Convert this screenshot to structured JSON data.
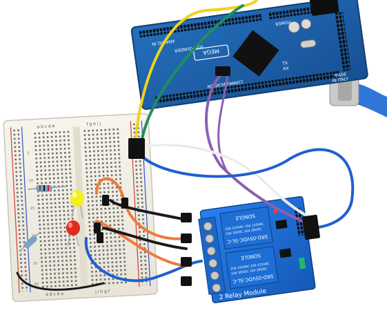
{
  "arduino": {
    "brand": "SUNFOUNDER",
    "model": "MEGA",
    "origin_line1": "MADE",
    "origin_line2": "IN ITALY",
    "label_tx": "TX",
    "label_rx": "RX",
    "label_analog": "ANALOG IN",
    "label_power": "POWER",
    "label_comm": "COMMUNICATION"
  },
  "relay": {
    "module_label": "2 Relay Module",
    "relay1_brand": "SONGLE",
    "relay1_spec1": "10A 250VAC  10A 125VAC",
    "relay1_spec2": "10A 30VDC   10A 28VDC",
    "relay1_model": "SRD-05VDC-SL-C",
    "relay2_brand": "SONGLE",
    "relay2_spec1": "10A 250VAC  10A 125VAC",
    "relay2_spec2": "10A 30VDC   10A 28VDC",
    "relay2_model": "SRD-05VDC-SL-C"
  },
  "breadboard": {
    "col_letters_top": "a b c d e",
    "col_letters_top_right": "f g h i j",
    "col_letters_bottom": "e d c b a",
    "col_letters_bottom_right": "j i h g f",
    "row_numbers": [
      "5",
      "10",
      "15",
      "20",
      "25",
      "30"
    ]
  },
  "colors": {
    "arduino_pcb": "#1e62a8",
    "relay_pcb": "#1a5fb4",
    "relay_case": "#1d6fd6",
    "breadboard": "#f2efe6",
    "wire_yellow": "#f1d21a",
    "wire_green": "#1f8f5a",
    "wire_purple": "#8d5fb0",
    "wire_white": "#f4f4f4",
    "wire_blue": "#1f5fd1",
    "wire_orange": "#f07a3a",
    "wire_black": "#1a1a1a",
    "usb_cable": "#2f76d6",
    "led_yellow": "#f5ef1b",
    "led_red": "#e02a1f"
  }
}
